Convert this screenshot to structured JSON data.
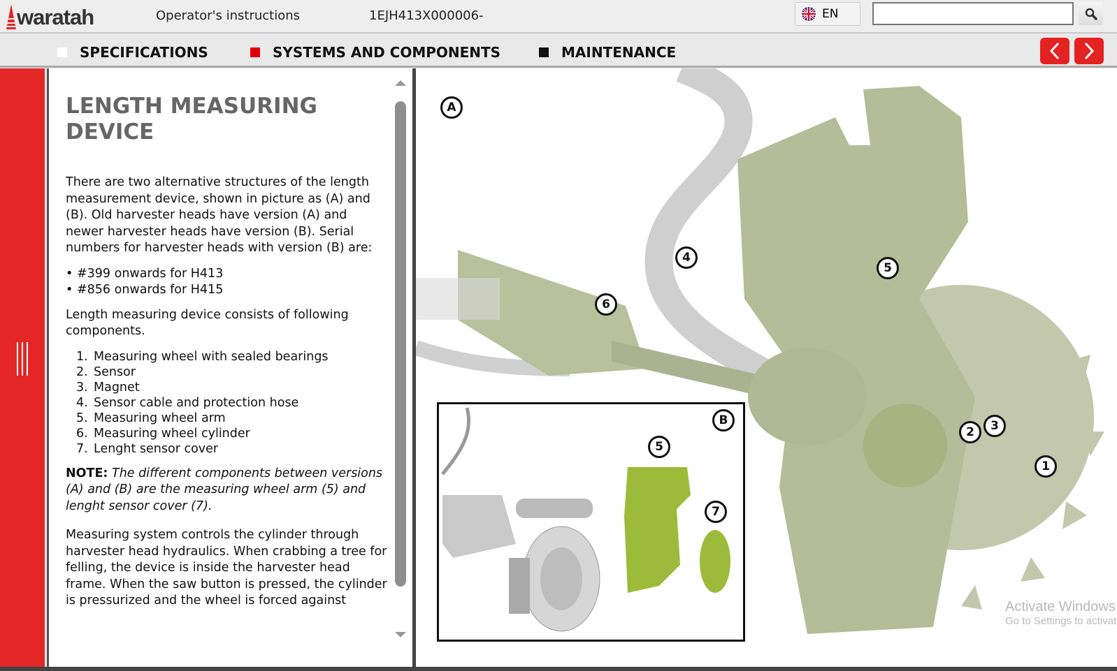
{
  "header": {
    "logo_text": "waratah",
    "title": "Operator's instructions",
    "serial": "1EJH413X000006-",
    "language": "EN",
    "search_placeholder": "",
    "search_icon": "magnifier-icon"
  },
  "nav": {
    "items": [
      {
        "label": "SPECIFICATIONS",
        "marker_color": "#ffffff"
      },
      {
        "label": "SYSTEMS AND COMPONENTS",
        "marker_color": "#e30000"
      },
      {
        "label": "MAINTENANCE",
        "marker_color": "#111111"
      }
    ],
    "prev_icon": "chevron-left-icon",
    "next_icon": "chevron-right-icon"
  },
  "colors": {
    "accent": "#e32626",
    "model_green": "#b7c19a",
    "inset_green": "#9cbb3a"
  },
  "article": {
    "title": "LENGTH MEASURING DEVICE",
    "intro": "There are two alternative structures of the length measurement device, shown in picture as (A) and (B). Old harvester heads have version (A) and newer harvester heads have version (B). Serial numbers for harvester heads with version (B) are:",
    "serials": [
      "#399 onwards for H413",
      "#856 onwards for H415"
    ],
    "components_intro": "Length measuring device consists of following components.",
    "components": [
      "Measuring wheel with sealed bearings",
      "Sensor",
      "Magnet",
      "Sensor cable and protection hose",
      "Measuring wheel arm",
      "Measuring wheel cylinder",
      "Lenght sensor cover"
    ],
    "note_label": "NOTE:",
    "note_text": "The different components between versions (A) and (B) are the measuring wheel arm (5) and lenght sensor cover (7).",
    "system_text": "Measuring system controls the cylinder through harvester head hydraulics. When crabbing a tree for felling, the device is inside the harvester head frame. When the saw button is pressed, the cylinder is pressurized and the wheel is forced against"
  },
  "figure": {
    "callouts_a": [
      "A",
      "4",
      "5",
      "6",
      "2",
      "3",
      "1"
    ],
    "callouts_b": [
      "B",
      "5",
      "7"
    ]
  },
  "watermark": {
    "line1": "Activate Windows",
    "line2": "Go to Settings to activate Windows."
  }
}
